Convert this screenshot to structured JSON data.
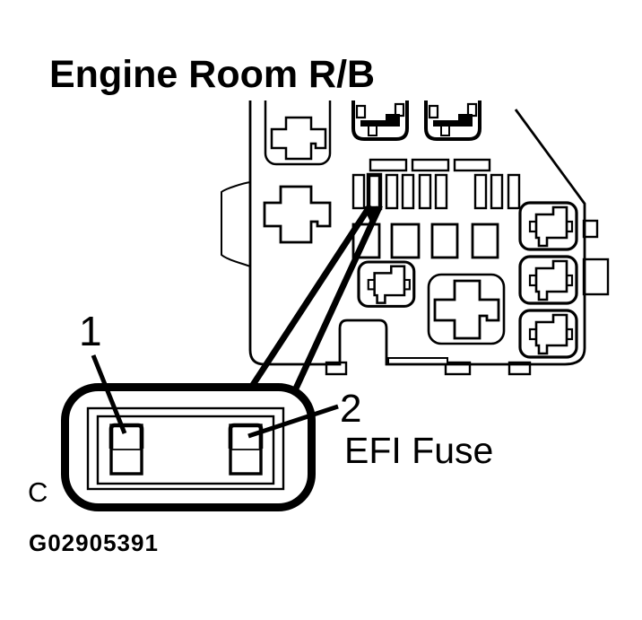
{
  "colors": {
    "ink": "#000000",
    "paper": "#ffffff"
  },
  "header": {
    "title": "Engine Room R/B"
  },
  "callout": {
    "number_1": "1",
    "number_2": "2",
    "fuse_name": "EFI Fuse",
    "detail_view_letter": "C"
  },
  "footer": {
    "figure_number": "G02905391"
  },
  "icons": [
    "relay-cross-icon",
    "relay-socket-icon",
    "connector-socket-icon",
    "fuse-slot-icon",
    "efi-fuse-icon"
  ]
}
